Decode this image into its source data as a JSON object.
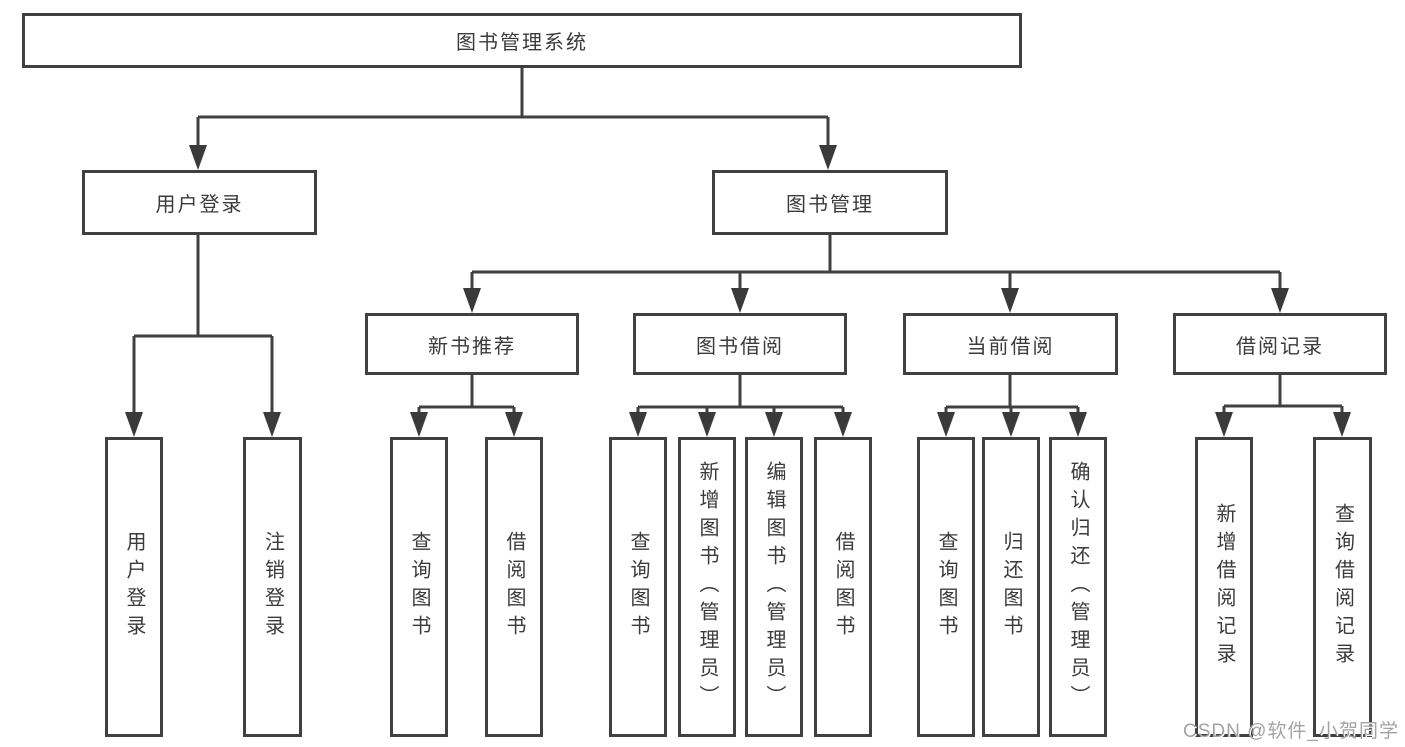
{
  "nodes": {
    "root": "图书管理系统",
    "user_login": "用户登录",
    "book_management": "图书管理",
    "new_book_recommend": "新书推荐",
    "book_borrowing": "图书借阅",
    "current_borrowing": "当前借阅",
    "borrowing_records": "借阅记录",
    "leaf_user_login": "用户登录",
    "leaf_logout": "注销登录",
    "leaf_query_books_1": "查询图书",
    "leaf_borrow_books_1": "借阅图书",
    "leaf_query_books_2": "查询图书",
    "leaf_add_book_admin": "新增图书（管理员）",
    "leaf_edit_book_admin": "编辑图书（管理员）",
    "leaf_borrow_books_2": "借阅图书",
    "leaf_query_books_3": "查询图书",
    "leaf_return_book": "归还图书",
    "leaf_confirm_return_admin": "确认归还（管理员）",
    "leaf_add_borrow_record": "新增借阅记录",
    "leaf_query_borrow_record": "查询借阅记录"
  },
  "watermark": {
    "text": "CSDN @软件_小贺同学"
  },
  "colors": {
    "line": "#404040",
    "text": "#3b3b3b",
    "watermark": "#a3a3a3",
    "background": "#ffffff"
  }
}
